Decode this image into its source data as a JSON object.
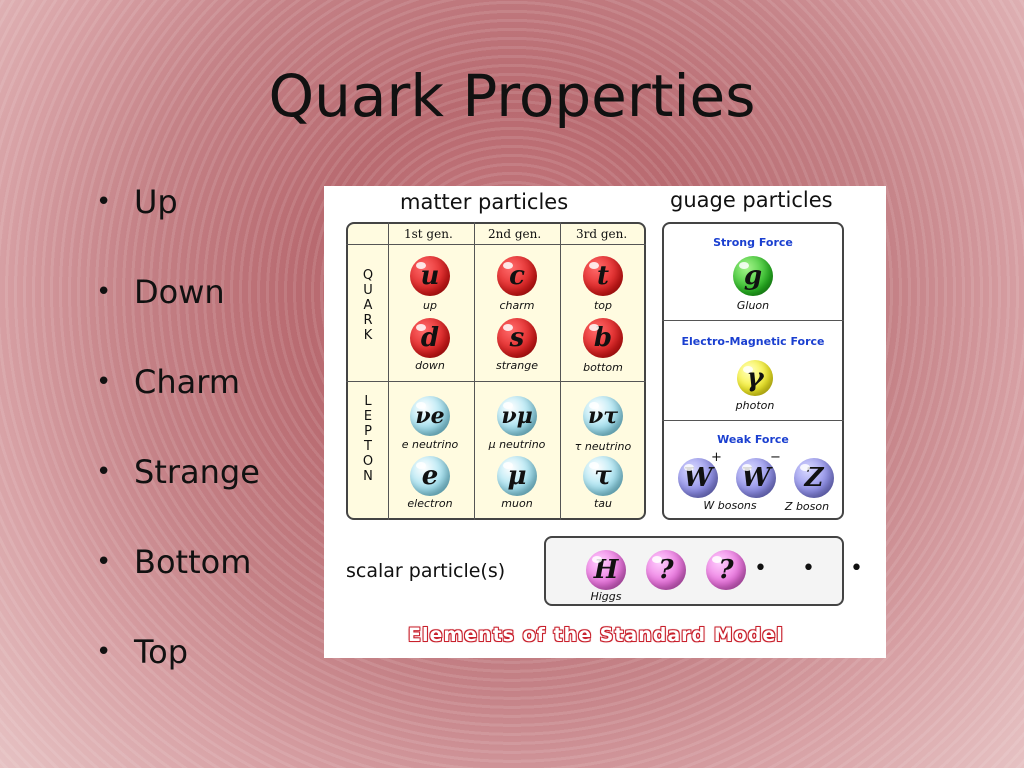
{
  "slide": {
    "title": "Quark Properties",
    "bullets": [
      "Up",
      "Down",
      "Charm",
      "Strange",
      "Bottom",
      "Top"
    ]
  },
  "figure": {
    "matter_header": "matter particles",
    "gauge_header": "guage particles",
    "generations": [
      "1st gen.",
      "2nd gen.",
      "3rd gen."
    ],
    "quark_label": "QUARK",
    "lepton_label": "LEPTON",
    "quarks": [
      {
        "symbol": "u",
        "name": "up"
      },
      {
        "symbol": "c",
        "name": "charm"
      },
      {
        "symbol": "t",
        "name": "top"
      },
      {
        "symbol": "d",
        "name": "down"
      },
      {
        "symbol": "s",
        "name": "strange"
      },
      {
        "symbol": "b",
        "name": "bottom"
      }
    ],
    "leptons": [
      {
        "symbol": "νe",
        "name": "e neutrino"
      },
      {
        "symbol": "νμ",
        "name": "μ neutrino"
      },
      {
        "symbol": "ντ",
        "name": "τ neutrino"
      },
      {
        "symbol": "e",
        "name": "electron"
      },
      {
        "symbol": "μ",
        "name": "muon"
      },
      {
        "symbol": "τ",
        "name": "tau"
      }
    ],
    "forces": [
      {
        "label": "Strong Force",
        "symbol": "g",
        "name": "Gluon"
      },
      {
        "label": "Electro-Magnetic Force",
        "symbol": "γ",
        "name": "photon"
      },
      {
        "label": "Weak Force",
        "symbols": [
          "W",
          "W",
          "Z"
        ],
        "charges": [
          "+",
          "−"
        ],
        "names": [
          "W bosons",
          "Z boson"
        ]
      }
    ],
    "scalar_label": "scalar particle(s)",
    "scalars": [
      {
        "symbol": "H",
        "name": "Higgs"
      },
      {
        "symbol": "?"
      },
      {
        "symbol": "?"
      }
    ],
    "ellipsis": "• • •",
    "caption": "Elements of the Standard Model"
  }
}
